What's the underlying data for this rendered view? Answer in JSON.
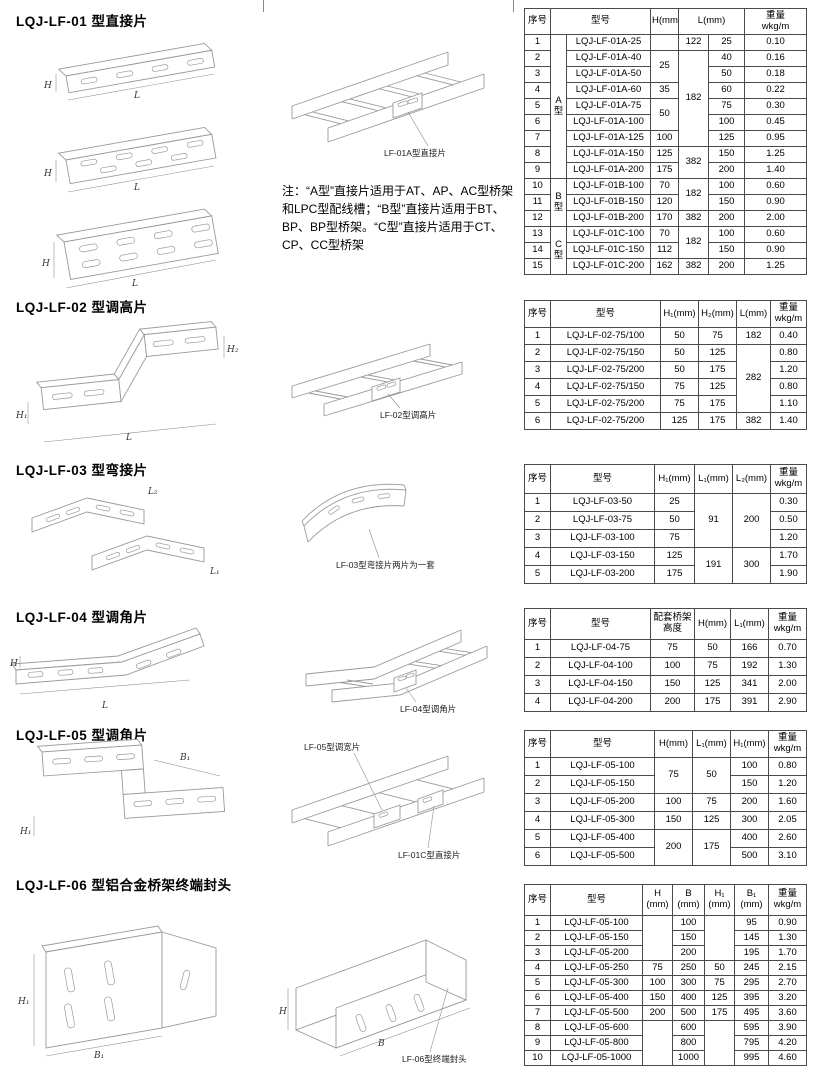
{
  "sections": [
    {
      "id": "lf01",
      "title": "LQJ-LF-01 型直接片"
    },
    {
      "id": "lf02",
      "title": "LQJ-LF-02 型调高片"
    },
    {
      "id": "lf03",
      "title": "LQJ-LF-03 型弯接片"
    },
    {
      "id": "lf04",
      "title": "LQJ-LF-04 型调角片"
    },
    {
      "id": "lf05",
      "title": "LQJ-LF-05 型调角片"
    },
    {
      "id": "lf06",
      "title": "LQJ-LF-06 型铝合金桥架终端封头"
    }
  ],
  "note": "注：“A型”直接片适用于AT、AP、AC型桥架和LPC型配线槽；“B型”直接片适用于BT、BP、BP型桥架。“C型”直接片适用于CT、CP、CC型桥架",
  "drawings": {
    "lf01_label": "LF-01A型直接片",
    "lf02_label": "LF-02型调高片",
    "lf03_label": "LF-03型弯接片两片为一套",
    "lf04_label": "LF-04型调角片",
    "lf05_label_top": "LF-05型调宽片",
    "lf05_label_bottom": "LF-01C型直接片",
    "lf06_label": "LF-06型终端封头",
    "dims": {
      "H": "H",
      "L": "L",
      "H1": "H₁",
      "H2": "H₂",
      "L1": "L₁",
      "L2": "L₂",
      "B": "B",
      "B1": "B₁"
    }
  },
  "tables": [
    {
      "id": "lf01",
      "header": [
        "序号",
        {
          "t": "型号",
          "cs": 2
        },
        "H(mm)",
        {
          "t": "L(mm)",
          "cs": 2
        },
        "重量\nwkg/m"
      ],
      "rows": [
        [
          "1",
          {
            "t": "A\n型",
            "rs": 9
          },
          "LQJ-LF-01A-25",
          "",
          "122",
          "25",
          "0.10"
        ],
        [
          "2",
          "LQJ-LF-01A-40",
          {
            "t": "25",
            "rs": 2
          },
          {
            "t": "182",
            "rs": 6
          },
          "40",
          "0.16"
        ],
        [
          "3",
          "LQJ-LF-01A-50",
          "50",
          "0.18"
        ],
        [
          "4",
          "LQJ-LF-01A-60",
          "35",
          "60",
          "0.22"
        ],
        [
          "5",
          "LQJ-LF-01A-75",
          {
            "t": "50",
            "rs": 2
          },
          "75",
          "0.30"
        ],
        [
          "6",
          "LQJ-LF-01A-100",
          "100",
          "0.45"
        ],
        [
          "7",
          "LQJ-LF-01A-125",
          "100",
          "125",
          "0.95"
        ],
        [
          "8",
          "LQJ-LF-01A-150",
          "125",
          {
            "t": "382",
            "rs": 2
          },
          "150",
          "1.25"
        ],
        [
          "9",
          "LQJ-LF-01A-200",
          "175",
          "200",
          "1.40"
        ],
        [
          "10",
          {
            "t": "B\n型",
            "rs": 3
          },
          "LQJ-LF-01B-100",
          "70",
          {
            "t": "182",
            "rs": 2
          },
          "100",
          "0.60"
        ],
        [
          "11",
          "LQJ-LF-01B-150",
          "120",
          "150",
          "0.90"
        ],
        [
          "12",
          "LQJ-LF-01B-200",
          "170",
          "382",
          "200",
          "2.00"
        ],
        [
          "13",
          {
            "t": "C\n型",
            "rs": 3
          },
          "LQJ-LF-01C-100",
          "70",
          {
            "t": "182",
            "rs": 2
          },
          "100",
          "0.60"
        ],
        [
          "14",
          "LQJ-LF-01C-150",
          "112",
          "150",
          "0.90"
        ],
        [
          "15",
          "LQJ-LF-01C-200",
          "162",
          "382",
          "200",
          "1.25"
        ]
      ]
    },
    {
      "id": "lf02",
      "header": [
        "序号",
        "型号",
        "H₁(mm)",
        "H₂(mm)",
        "L(mm)",
        "重量\nwkg/m"
      ],
      "rows": [
        [
          "1",
          "LQJ-LF-02-75/100",
          "50",
          "75",
          "182",
          "0.40"
        ],
        [
          "2",
          "LQJ-LF-02-75/150",
          "50",
          "125",
          {
            "t": "282",
            "rs": 4
          },
          "0.80"
        ],
        [
          "3",
          "LQJ-LF-02-75/200",
          "50",
          "175",
          "1.20"
        ],
        [
          "4",
          "LQJ-LF-02-75/150",
          "75",
          "125",
          "0.80"
        ],
        [
          "5",
          "LQJ-LF-02-75/200",
          "75",
          "175",
          "1.10"
        ],
        [
          "6",
          "LQJ-LF-02-75/200",
          "125",
          "175",
          "382",
          "1.40"
        ]
      ]
    },
    {
      "id": "lf03",
      "header": [
        "序号",
        "型号",
        "H₁(mm)",
        "L₁(mm)",
        "L₂(mm)",
        "重量\nwkg/m"
      ],
      "rows": [
        [
          "1",
          "LQJ-LF-03-50",
          "25",
          {
            "t": "91",
            "rs": 3
          },
          {
            "t": "200",
            "rs": 3
          },
          "0.30"
        ],
        [
          "2",
          "LQJ-LF-03-75",
          "50",
          "0.50"
        ],
        [
          "3",
          "LQJ-LF-03-100",
          "75",
          "1.20"
        ],
        [
          "4",
          "LQJ-LF-03-150",
          "125",
          {
            "t": "191",
            "rs": 2
          },
          {
            "t": "300",
            "rs": 2
          },
          "1.70"
        ],
        [
          "5",
          "LQJ-LF-03-200",
          "175",
          "1.90"
        ]
      ]
    },
    {
      "id": "lf04",
      "header": [
        "序号",
        "型号",
        "配套桥架\n高度",
        "H(mm)",
        "L₁(mm)",
        "重量\nwkg/m"
      ],
      "rows": [
        [
          "1",
          "LQJ-LF-04-75",
          "75",
          "50",
          "166",
          "0.70"
        ],
        [
          "2",
          "LQJ-LF-04-100",
          "100",
          "75",
          "192",
          "1.30"
        ],
        [
          "3",
          "LQJ-LF-04-150",
          "150",
          "125",
          "341",
          "2.00"
        ],
        [
          "4",
          "LQJ-LF-04-200",
          "200",
          "175",
          "391",
          "2.90"
        ]
      ]
    },
    {
      "id": "lf05",
      "header": [
        "序号",
        "型号",
        "H(mm)",
        "L₁(mm)",
        "H₁(mm)",
        "重量\nwkg/m"
      ],
      "rows": [
        [
          "1",
          "LQJ-LF-05-100",
          {
            "t": "75",
            "rs": 2
          },
          {
            "t": "50",
            "rs": 2
          },
          "100",
          "0.80"
        ],
        [
          "2",
          "LQJ-LF-05-150",
          "150",
          "1.20"
        ],
        [
          "3",
          "LQJ-LF-05-200",
          "100",
          "75",
          "200",
          "1.60"
        ],
        [
          "4",
          "LQJ-LF-05-300",
          "150",
          "125",
          "300",
          "2.05"
        ],
        [
          "5",
          "LQJ-LF-05-400",
          {
            "t": "200",
            "rs": 2
          },
          {
            "t": "175",
            "rs": 2
          },
          "400",
          "2.60"
        ],
        [
          "6",
          "LQJ-LF-05-500",
          "500",
          "3.10"
        ]
      ]
    },
    {
      "id": "lf06",
      "header": [
        "序号",
        "型号",
        "H\n(mm)",
        "B\n(mm)",
        "H₁\n(mm)",
        "B₁\n(mm)",
        "重量\nwkg/m"
      ],
      "rows": [
        [
          "1",
          "LQJ-LF-05-100",
          {
            "t": "",
            "rs": 3
          },
          "100",
          {
            "t": "",
            "rs": 3
          },
          "95",
          "0.90"
        ],
        [
          "2",
          "LQJ-LF-05-150",
          "150",
          "145",
          "1.30"
        ],
        [
          "3",
          "LQJ-LF-05-200",
          "200",
          "195",
          "1.70"
        ],
        [
          "4",
          "LQJ-LF-05-250",
          "75",
          "250",
          "50",
          "245",
          "2.15"
        ],
        [
          "5",
          "LQJ-LF-05-300",
          "100",
          "300",
          "75",
          "295",
          "2.70"
        ],
        [
          "6",
          "LQJ-LF-05-400",
          "150",
          "400",
          "125",
          "395",
          "3.20"
        ],
        [
          "7",
          "LQJ-LF-05-500",
          "200",
          "500",
          "175",
          "495",
          "3.60"
        ],
        [
          "8",
          "LQJ-LF-05-600",
          {
            "t": "",
            "rs": 3
          },
          "600",
          {
            "t": "",
            "rs": 3
          },
          "595",
          "3.90"
        ],
        [
          "9",
          "LQJ-LF-05-800",
          "800",
          "795",
          "4.20"
        ],
        [
          "10",
          "LQJ-LF-05-1000",
          "1000",
          "995",
          "4.60"
        ]
      ]
    }
  ]
}
